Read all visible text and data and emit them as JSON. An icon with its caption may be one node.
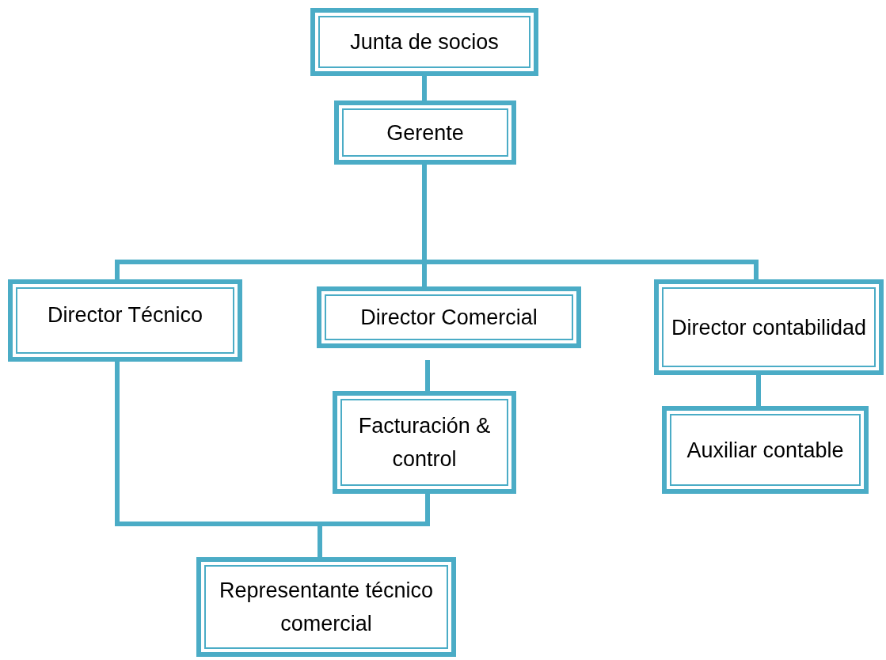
{
  "diagram": {
    "nodes": [
      {
        "text": [
          "Junta de socios"
        ]
      },
      {
        "text": [
          "Gerente"
        ]
      },
      {
        "text": [
          "Director Técnico"
        ]
      },
      {
        "text": [
          "Director Comercial"
        ]
      },
      {
        "text": [
          "Director contabilidad"
        ]
      },
      {
        "text": [
          "Facturación & control"
        ]
      },
      {
        "text": [
          "Auxiliar contable"
        ]
      },
      {
        "text": [
          "Representante técnico comercial"
        ]
      }
    ],
    "edges": [
      {
        "from": 0,
        "to": 1,
        "arrow": "none"
      },
      {
        "from": 1,
        "to": 2,
        "arrow": "none"
      },
      {
        "from": 1,
        "to": 3,
        "arrow": "none"
      },
      {
        "from": 1,
        "to": 4,
        "arrow": "none"
      },
      {
        "from": 3,
        "to": 5,
        "arrow": "none"
      },
      {
        "from": 4,
        "to": 6,
        "arrow": "none"
      },
      {
        "from": 2,
        "to": 7,
        "arrow": "none"
      },
      {
        "from": 5,
        "to": 7,
        "arrow": "none"
      }
    ]
  }
}
